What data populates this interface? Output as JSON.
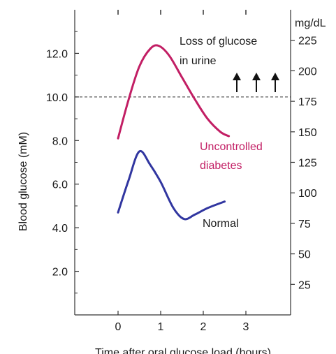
{
  "chart_data": {
    "type": "line",
    "title": "",
    "xlabel": "Time after oral glucose load (hours)",
    "ylabel": "Blood glucose (mM)",
    "y2label": "mg/dL",
    "xlim": [
      -1,
      4
    ],
    "ylim": [
      0,
      14
    ],
    "y2lim": [
      0,
      250
    ],
    "x_ticks": [
      "0",
      "1",
      "2",
      "3"
    ],
    "y_ticks": [
      "2.0",
      "4.0",
      "6.0",
      "8.0",
      "10.0",
      "12.0"
    ],
    "y2_ticks": [
      "25",
      "50",
      "75",
      "100",
      "125",
      "150",
      "175",
      "200",
      "225"
    ],
    "threshold": {
      "value": 10.0,
      "style": "dashed"
    },
    "annotations": {
      "loss_line1": "Loss of glucose",
      "loss_line2": "in urine",
      "arrows": "↑↑↑"
    },
    "series": [
      {
        "name": "Uncontrolled diabetes",
        "label_line1": "Uncontrolled",
        "label_line2": "diabetes",
        "color": "#c21e64",
        "points": [
          [
            0,
            8.1
          ],
          [
            0.25,
            9.9
          ],
          [
            0.5,
            11.4
          ],
          [
            0.75,
            12.2
          ],
          [
            0.95,
            12.35
          ],
          [
            1.2,
            11.9
          ],
          [
            1.5,
            10.9
          ],
          [
            1.8,
            9.9
          ],
          [
            2.1,
            9.0
          ],
          [
            2.4,
            8.4
          ],
          [
            2.6,
            8.2
          ]
        ]
      },
      {
        "name": "Normal",
        "label_line1": "Normal",
        "color": "#3136a0",
        "points": [
          [
            0,
            4.7
          ],
          [
            0.25,
            6.2
          ],
          [
            0.5,
            7.5
          ],
          [
            0.75,
            6.9
          ],
          [
            1.0,
            6.1
          ],
          [
            1.3,
            4.9
          ],
          [
            1.55,
            4.4
          ],
          [
            1.8,
            4.6
          ],
          [
            2.1,
            4.9
          ],
          [
            2.5,
            5.2
          ]
        ]
      }
    ]
  }
}
